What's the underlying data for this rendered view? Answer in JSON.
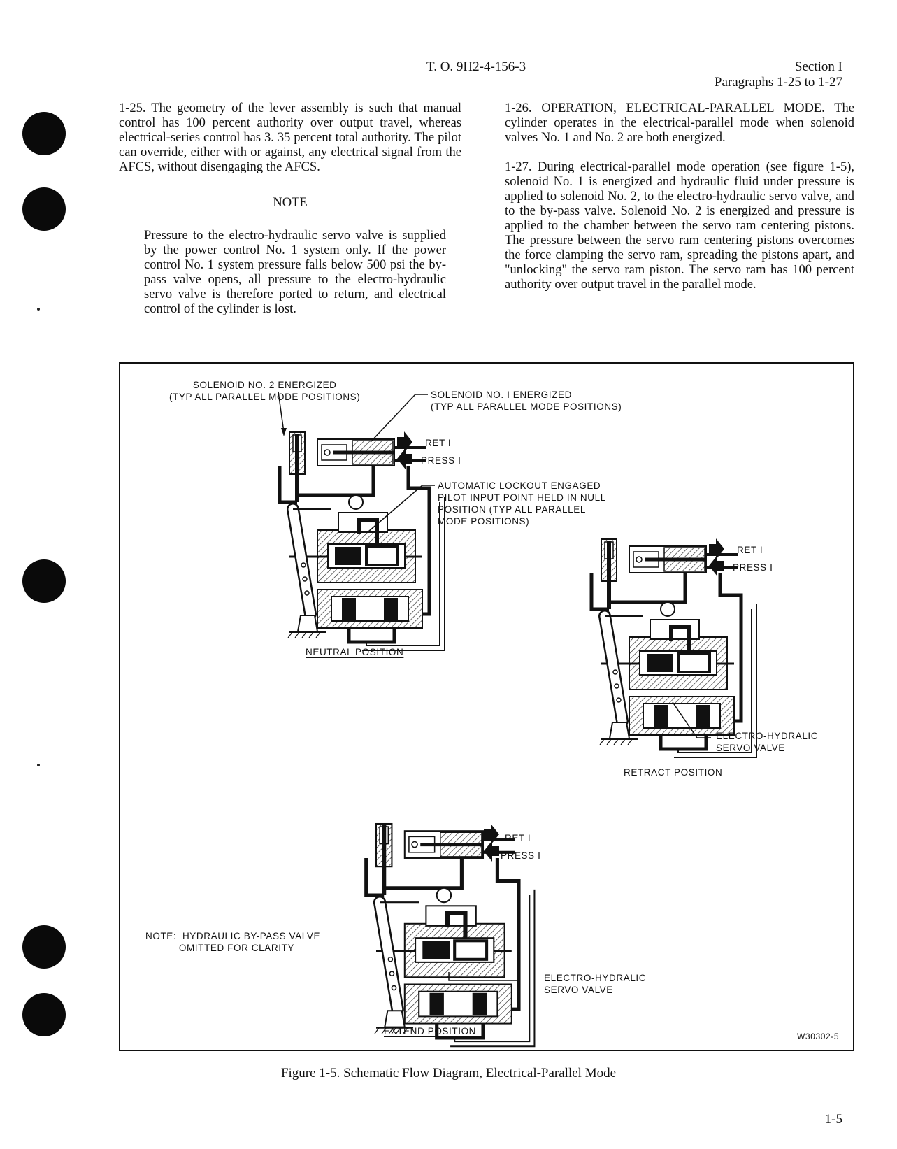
{
  "header": {
    "doc_number": "T. O.  9H2-4-156-3",
    "section": "Section I",
    "paragraphs": "Paragraphs 1-25 to 1-27"
  },
  "left_column": {
    "para_1_25": "1-25.  The geometry of the lever assembly is such that manual control has 100 percent authority over output travel, whereas electrical-series control has 3. 35 percent total authority.  The pilot can override, either with or against, any electrical signal from the AFCS, without disengaging the AFCS.",
    "note_title": "NOTE",
    "note_body": "Pressure to the electro-hydraulic servo valve is supplied by the power control No. 1 system only.  If the power control No. 1 system pressure falls below 500 psi the by-pass valve opens, all pressure to the electro-hydraulic servo valve is therefore ported to return, and electrical control of the cylinder is lost."
  },
  "right_column": {
    "para_1_26": "1-26.  OPERATION, ELECTRICAL-PARALLEL MODE.  The cylinder operates in the electrical-parallel mode when solenoid valves No. 1 and No. 2 are both energized.",
    "para_1_27": "1-27.  During electrical-parallel mode operation (see figure 1-5), solenoid No. 1 is energized and hydraulic fluid under pressure is applied to solenoid No. 2, to the electro-hydraulic servo valve, and to the by-pass valve.  Solenoid No. 2 is energized and pressure is applied to the chamber between the servo ram centering pistons.  The pressure between the servo ram centering pistons overcomes the force clamping the servo ram, spreading the pistons apart, and \"unlocking\" the servo ram piston.  The servo ram has 100 percent authority over output travel in the parallel mode."
  },
  "figure": {
    "solenoid2_label": "SOLENOID NO. 2 ENERGIZED\n(TYP ALL PARALLEL MODE POSITIONS)",
    "solenoid1_label": "SOLENOID NO. I ENERGIZED\n(TYP ALL PARALLEL MODE POSITIONS)",
    "lockout_label": "AUTOMATIC LOCKOUT ENGAGED\nPILOT INPUT POINT HELD IN NULL\nPOSITION (TYP ALL PARALLEL\nMODE POSITIONS)",
    "ret_label": "RET I",
    "press_label": "PRESS I",
    "neutral_title": "NEUTRAL POSITION",
    "retract_title": "RETRACT POSITION",
    "extend_title": "EXTEND POSITION",
    "servo_valve_label": "ELECTRO-HYDRALIC\nSERVO VALVE",
    "bypass_note": "NOTE:  HYDRAULIC BY-PASS VALVE\n           OMITTED FOR CLARITY",
    "drawing_number": "W30302-5"
  },
  "caption": "Figure 1-5.  Schematic Flow Diagram, Electrical-Parallel Mode",
  "page_number": "1-5"
}
